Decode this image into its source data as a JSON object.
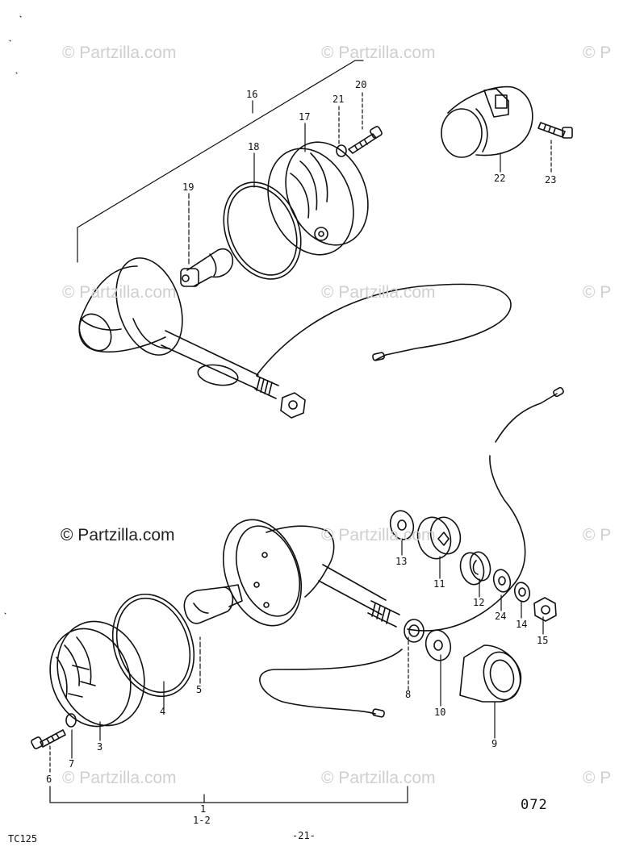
{
  "watermark": {
    "text": "© Partzilla.com",
    "text_partial": "© P",
    "text_faded": "© Partzilla.com"
  },
  "callouts": {
    "p1": "1",
    "p1_2": "1-2",
    "p3": "3",
    "p4": "4",
    "p5": "5",
    "p6": "6",
    "p7": "7",
    "p8": "8",
    "p9": "9",
    "p10": "10",
    "p11": "11",
    "p12": "12",
    "p13": "13",
    "p14": "14",
    "p15": "15",
    "p16": "16",
    "p17": "17",
    "p18": "18",
    "p19": "19",
    "p20": "20",
    "p21": "21",
    "p22": "22",
    "p23": "23",
    "p24": "24"
  },
  "footer": {
    "model": "TC125",
    "page": "-21-",
    "figure": "072"
  }
}
